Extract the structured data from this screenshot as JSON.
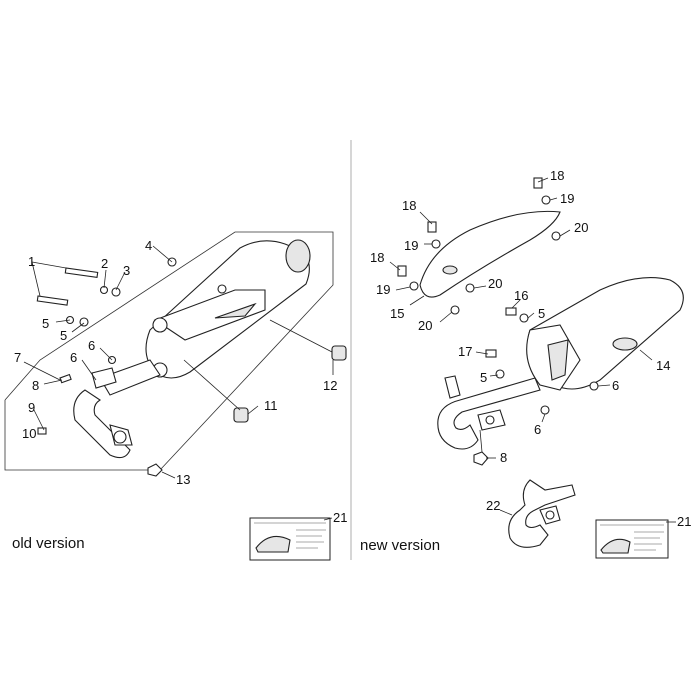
{
  "captions": {
    "old": "old version",
    "new": "new version"
  },
  "callouts": {
    "old": [
      "1",
      "2",
      "3",
      "4",
      "5",
      "5",
      "6",
      "6",
      "7",
      "8",
      "9",
      "10",
      "11",
      "12",
      "13",
      "21"
    ],
    "new": [
      "5",
      "5",
      "6",
      "6",
      "8",
      "14",
      "15",
      "16",
      "17",
      "18",
      "18",
      "18",
      "19",
      "19",
      "19",
      "20",
      "20",
      "20",
      "21",
      "22"
    ]
  },
  "colors": {
    "line": "#222222",
    "shade": "#e6e6e6",
    "background": "#ffffff"
  }
}
